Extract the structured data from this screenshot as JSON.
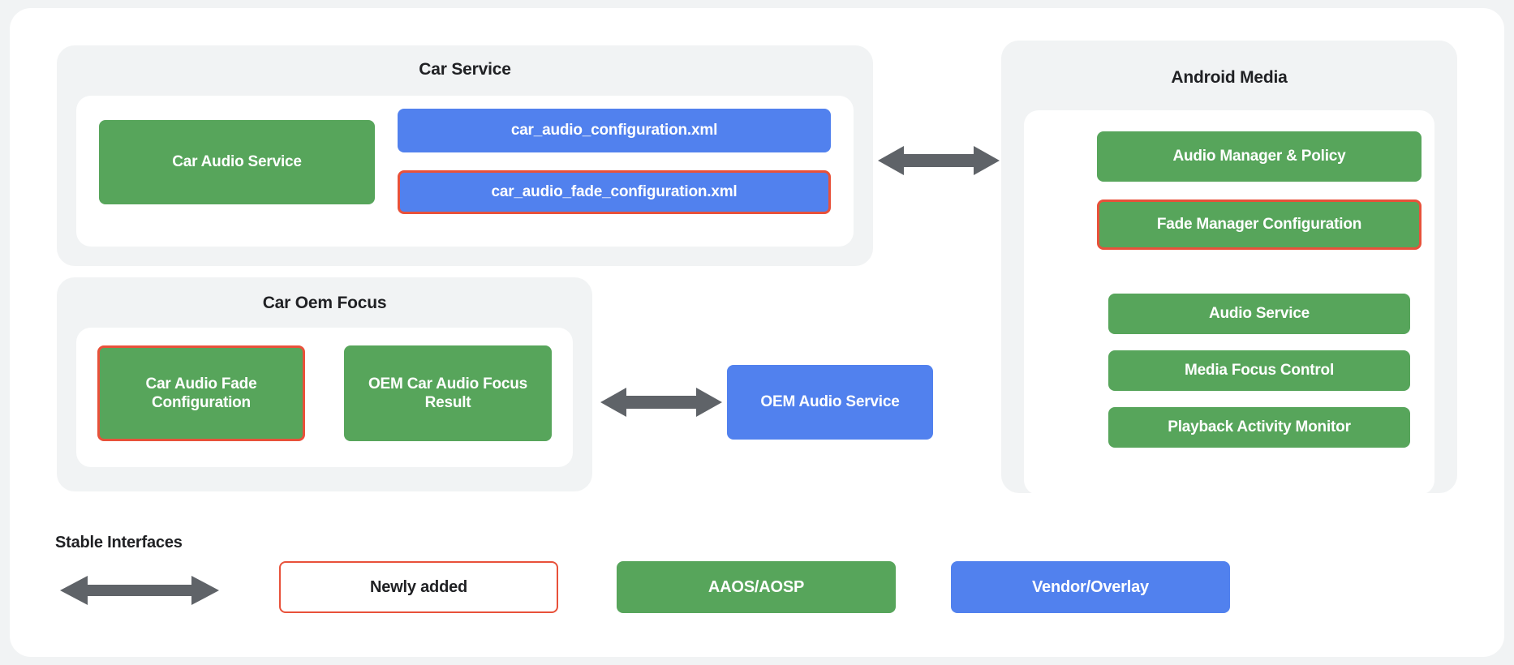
{
  "diagram": {
    "groups": {
      "car_service": {
        "title": "Car Service",
        "nodes": {
          "car_audio_service": "Car Audio Service",
          "car_audio_configuration_xml": "car_audio_configuration.xml",
          "car_audio_fade_configuration_xml": "car_audio_fade_configuration.xml"
        }
      },
      "car_oem_focus": {
        "title": "Car Oem Focus",
        "nodes": {
          "car_audio_fade_configuration": "Car Audio Fade Configuration",
          "oem_car_audio_focus_result": "OEM Car Audio Focus Result"
        }
      },
      "android_media": {
        "title": "Android Media",
        "nodes": {
          "audio_manager_policy": "Audio Manager & Policy",
          "fade_manager_configuration": "Fade Manager Configuration",
          "audio_service": "Audio Service",
          "media_focus_control": "Media Focus Control",
          "playback_activity_monitor": "Playback Activity Monitor"
        }
      }
    },
    "standalone": {
      "oem_audio_service": "OEM Audio Service"
    },
    "legend": {
      "stable_interfaces_label": "Stable Interfaces",
      "newly_added": "Newly added",
      "aaos_aosp": "AAOS/AOSP",
      "vendor_overlay": "Vendor/Overlay"
    },
    "colors": {
      "green": "#57a55b",
      "blue": "#5181ee",
      "highlight_red": "#e8513a",
      "panel_gray": "#f1f3f4",
      "arrow_gray": "#5f6368",
      "card_white": "#ffffff",
      "text_dark": "#202124"
    }
  }
}
